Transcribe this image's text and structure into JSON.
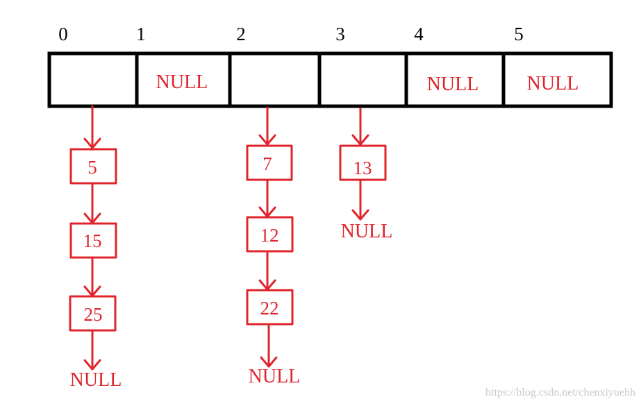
{
  "array": {
    "indices": [
      "0",
      "1",
      "2",
      "3",
      "4",
      "5"
    ],
    "cells": [
      {
        "index": "0",
        "content": ""
      },
      {
        "index": "1",
        "content": "NULL"
      },
      {
        "index": "2",
        "content": ""
      },
      {
        "index": "3",
        "content": ""
      },
      {
        "index": "4",
        "content": "NULL"
      },
      {
        "index": "5",
        "content": "NULL"
      }
    ]
  },
  "chains": [
    {
      "bucket": "0",
      "nodes": [
        "5",
        "15",
        "25"
      ],
      "terminator": "NULL"
    },
    {
      "bucket": "2",
      "nodes": [
        "7",
        "12",
        "22"
      ],
      "terminator": "NULL"
    },
    {
      "bucket": "3",
      "nodes": [
        "13"
      ],
      "terminator": "NULL"
    }
  ],
  "watermark": "https://blog.csdn.net/chenxiyuehh",
  "colors": {
    "array_stroke": "#000000",
    "chain_color": "#e0242c",
    "watermark": "#c9c9c9"
  }
}
